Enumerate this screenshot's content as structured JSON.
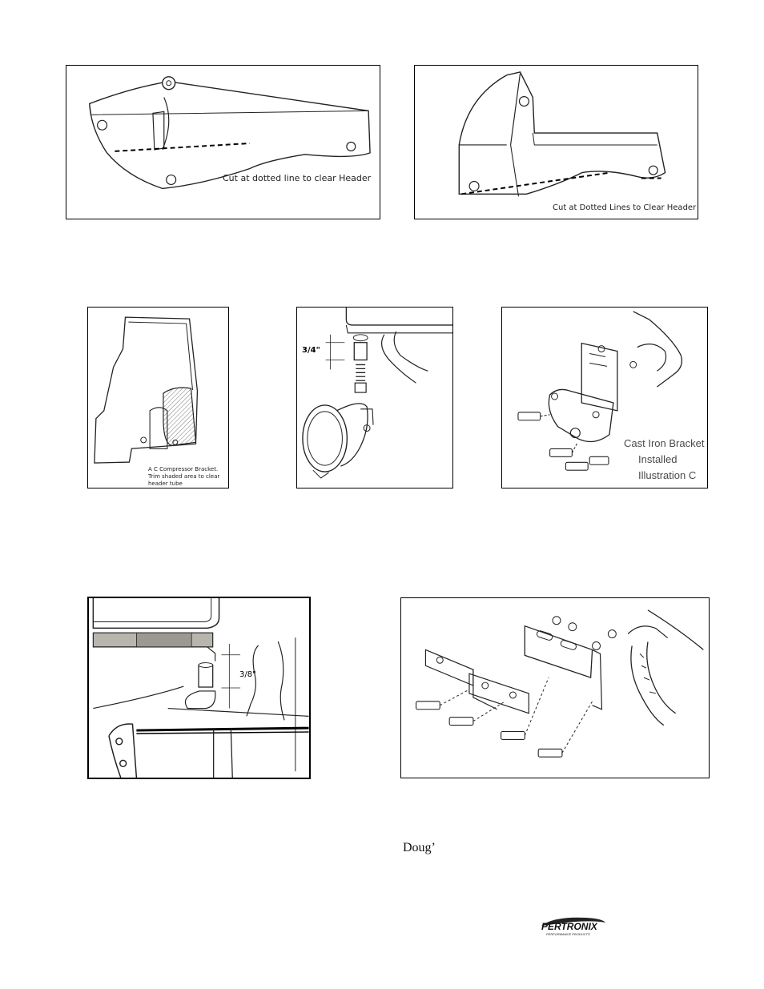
{
  "figures": {
    "header_bracket": {
      "caption": "Cut at dotted line to clear Header"
    },
    "header_bracket_side": {
      "caption": "Cut at Dotted Lines to Clear Header"
    },
    "ac_bracket": {
      "caption": "A C Compressor Bracket. Trim shaded area to clear header tube"
    },
    "spacer_three_quarter": {
      "measurement": "3/4\""
    },
    "cast_iron_bracket": {
      "caption_line1": "Cast Iron Bracket",
      "caption_line2": "Installed",
      "caption_line3": "Illustration C"
    },
    "spacer_three_eighths": {
      "measurement": "3/8\""
    },
    "steel_bracket": {}
  },
  "footer": {
    "author": "Doug’",
    "logo_text": "PERTRONIX",
    "logo_sub": "PERFORMANCE PRODUCTS"
  }
}
